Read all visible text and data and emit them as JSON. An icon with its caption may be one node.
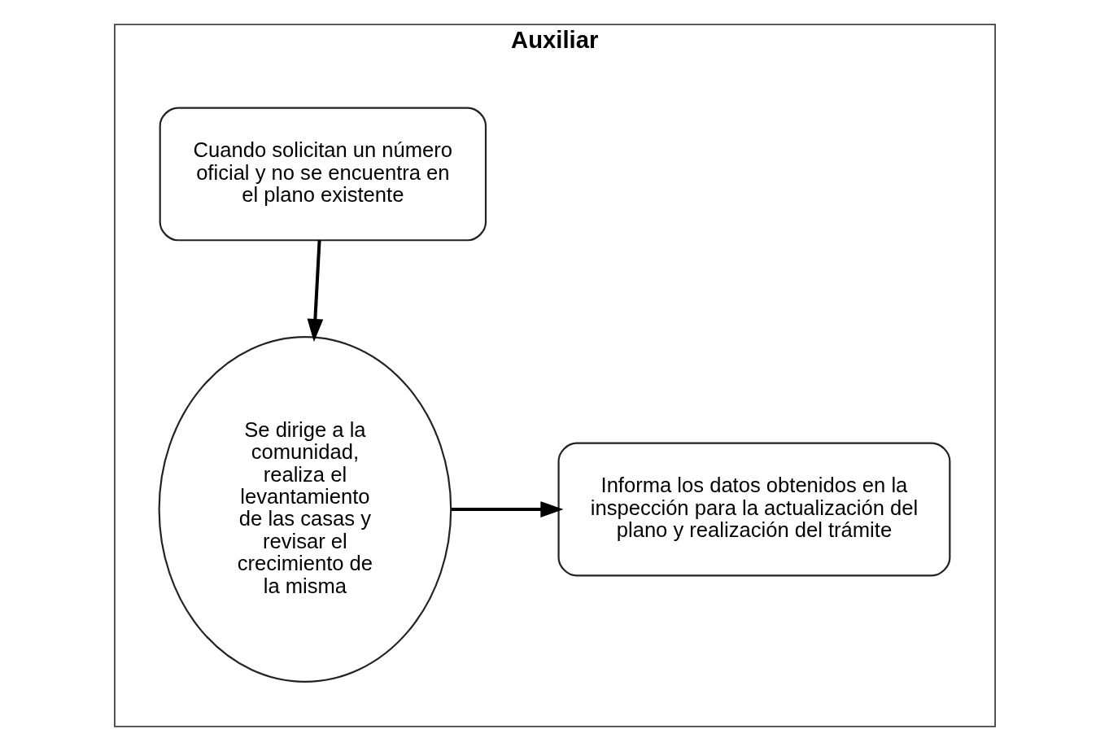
{
  "diagram": {
    "nodes": [
      {
        "text": [
          "Auxiliar"
        ]
      },
      {
        "text": [
          "Cuando solicitan un número oficial y no se encuentra en el plano existente"
        ],
        "in": 0
      },
      {
        "text": [
          "Se dirige a la comunidad, realiza el levantamiento de las casas y revisar el crecimiento de la misma"
        ],
        "in": 0
      },
      {
        "text": [
          "Informa los datos obtenidos en la inspección para la actualización del plano y realización del trámite"
        ],
        "in": 0
      }
    ],
    "edges": [
      {
        "from": 1,
        "to": 2,
        "arrow": "to"
      },
      {
        "from": 2,
        "to": 3,
        "arrow": "to"
      }
    ]
  }
}
